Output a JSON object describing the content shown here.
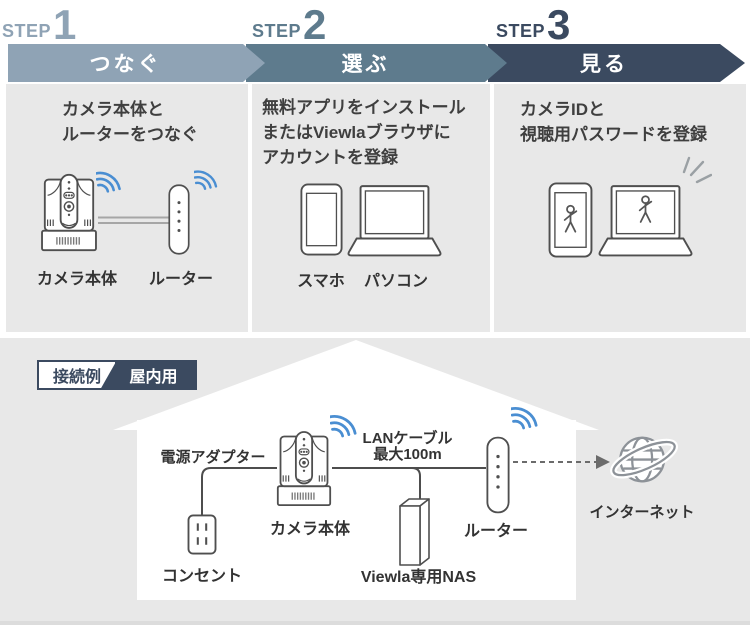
{
  "header": {
    "steps": [
      {
        "word": "STEP",
        "num": "1",
        "banner_label": "つなぐ"
      },
      {
        "word": "STEP",
        "num": "2",
        "banner_label": "選ぶ"
      },
      {
        "word": "STEP",
        "num": "3",
        "banner_label": "見る"
      }
    ]
  },
  "columns": [
    {
      "heading_lines": [
        "カメラ本体と",
        "ルーターをつなぐ"
      ],
      "labels": [
        "カメラ本体",
        "ルーター"
      ]
    },
    {
      "heading_lines": [
        "無料アプリをインストール",
        "またはViewlaブラウザに",
        "アカウントを登録"
      ],
      "labels": [
        "スマホ",
        "パソコン"
      ]
    },
    {
      "heading_lines": [
        "カメラIDと",
        "視聴用パスワードを登録"
      ],
      "labels": []
    }
  ],
  "diagram": {
    "badge": {
      "left": "接続例",
      "right": "屋内用"
    },
    "labels": {
      "power_adapter": "電源アダプター",
      "camera": "カメラ本体",
      "lan_line1": "LANケーブル",
      "lan_line2": "最大100m",
      "router": "ルーター",
      "outlet": "コンセント",
      "nas": "Viewla専用NAS",
      "internet": "インターネット"
    }
  },
  "colors": {
    "step1": "#8fa3b5",
    "step2": "#5e7b8d",
    "step3": "#3b4a60",
    "wifi": "#4a8ed2",
    "bg_gray": "#e8e8e8",
    "text_dark": "#3f3f3f",
    "line_gray": "#4d4d4d"
  }
}
